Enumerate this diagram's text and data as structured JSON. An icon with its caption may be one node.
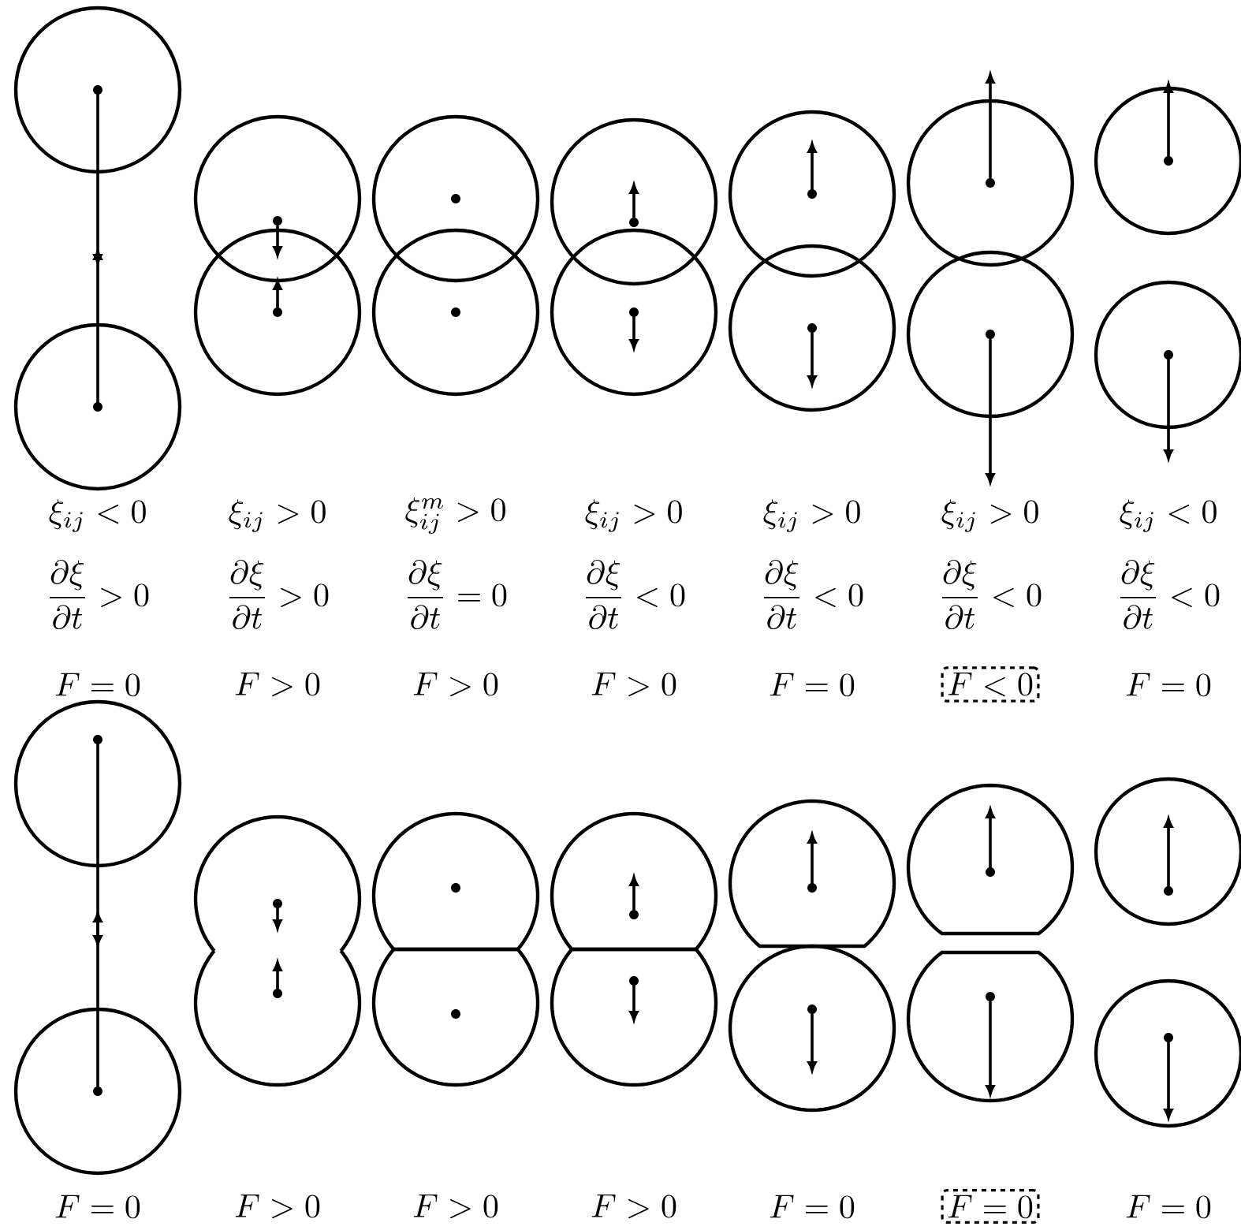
{
  "diagram": {
    "nodes": [
      {
        "text": [
          "F < 0"
        ]
      },
      {
        "text": [
          "F = 0"
        ]
      }
    ],
    "labels": [
      "\\xi_{ij} < 0",
      "\\xi_{ij} > 0",
      "\\xi_{ij}^{m} > 0",
      "\\xi_{ij} > 0",
      "\\xi_{ij} > 0",
      "\\xi_{ij} > 0",
      "\\xi_{ij} < 0",
      "\\frac{\\partial \\xi}{\\partial t} > 0",
      "\\frac{\\partial \\xi}{\\partial t} > 0",
      "\\frac{\\partial \\xi}{\\partial t} = 0",
      "\\frac{\\partial \\xi}{\\partial t} < 0",
      "\\frac{\\partial \\xi}{\\partial t} < 0",
      "\\frac{\\partial \\xi}{\\partial t} < 0",
      "\\frac{\\partial \\xi}{\\partial t} < 0",
      "F = 0",
      "F > 0",
      "F > 0",
      "F > 0",
      "F = 0",
      "F = 0",
      "F = 0",
      "F > 0",
      "F > 0",
      "F > 0",
      "F = 0",
      "F = 0"
    ]
  }
}
